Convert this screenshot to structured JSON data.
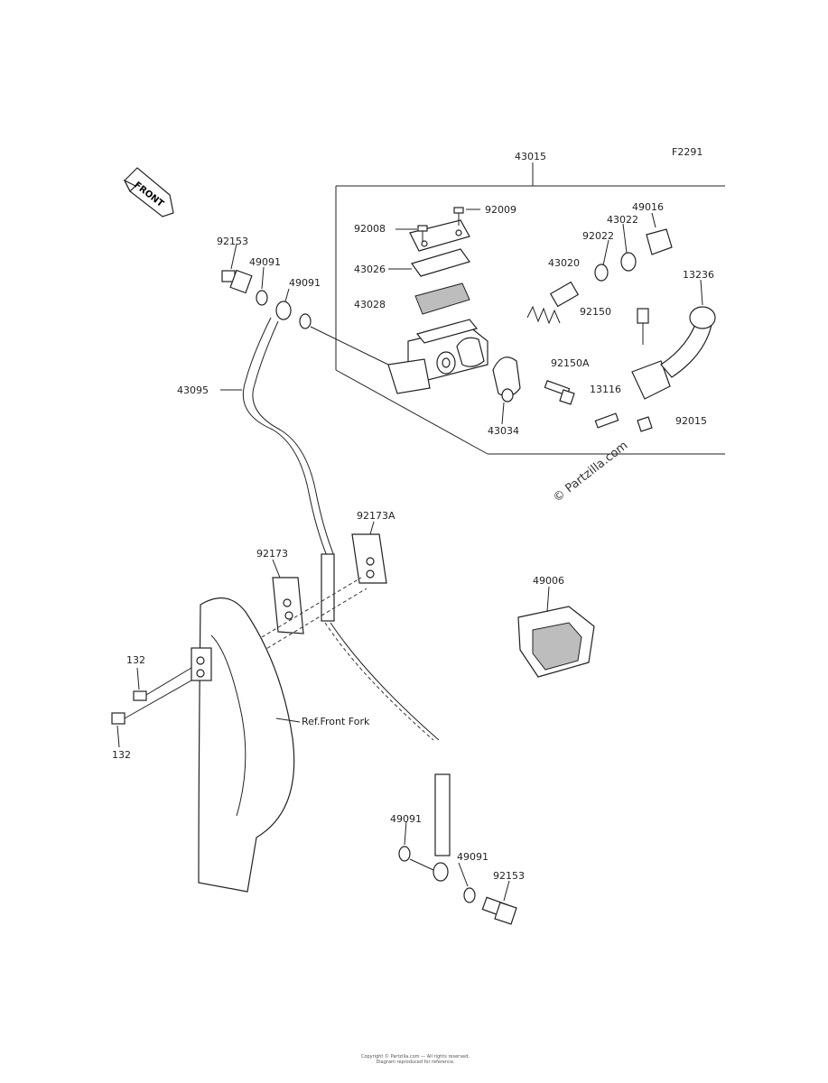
{
  "figure_code": "F2291",
  "front_badge": "FRONT",
  "watermark": "© Partzilla.com",
  "footer_lines": [
    "Copyright © Partzilla.com — All rights reserved.",
    "Diagram reproduced for reference."
  ],
  "labels": {
    "p43015": "43015",
    "p92009": "92009",
    "p92008": "92008",
    "p43026": "43026",
    "p43028": "43028",
    "p92022": "92022",
    "p43022": "43022",
    "p49016": "49016",
    "p43020": "43020",
    "p13236": "13236",
    "p92150": "92150",
    "p92150A": "92150A",
    "p13116": "13116",
    "p43034": "43034",
    "p92015": "92015",
    "p92153_top": "92153",
    "p49091_a": "49091",
    "p49091_b": "49091",
    "p43095": "43095",
    "p92173A": "92173A",
    "p92173": "92173",
    "p49006": "49006",
    "p132_a": "132",
    "p132_b": "132",
    "ref_front_fork": "Ref.Front Fork",
    "p49091_c": "49091",
    "p49091_d": "49091",
    "p92153_bottom": "92153"
  }
}
